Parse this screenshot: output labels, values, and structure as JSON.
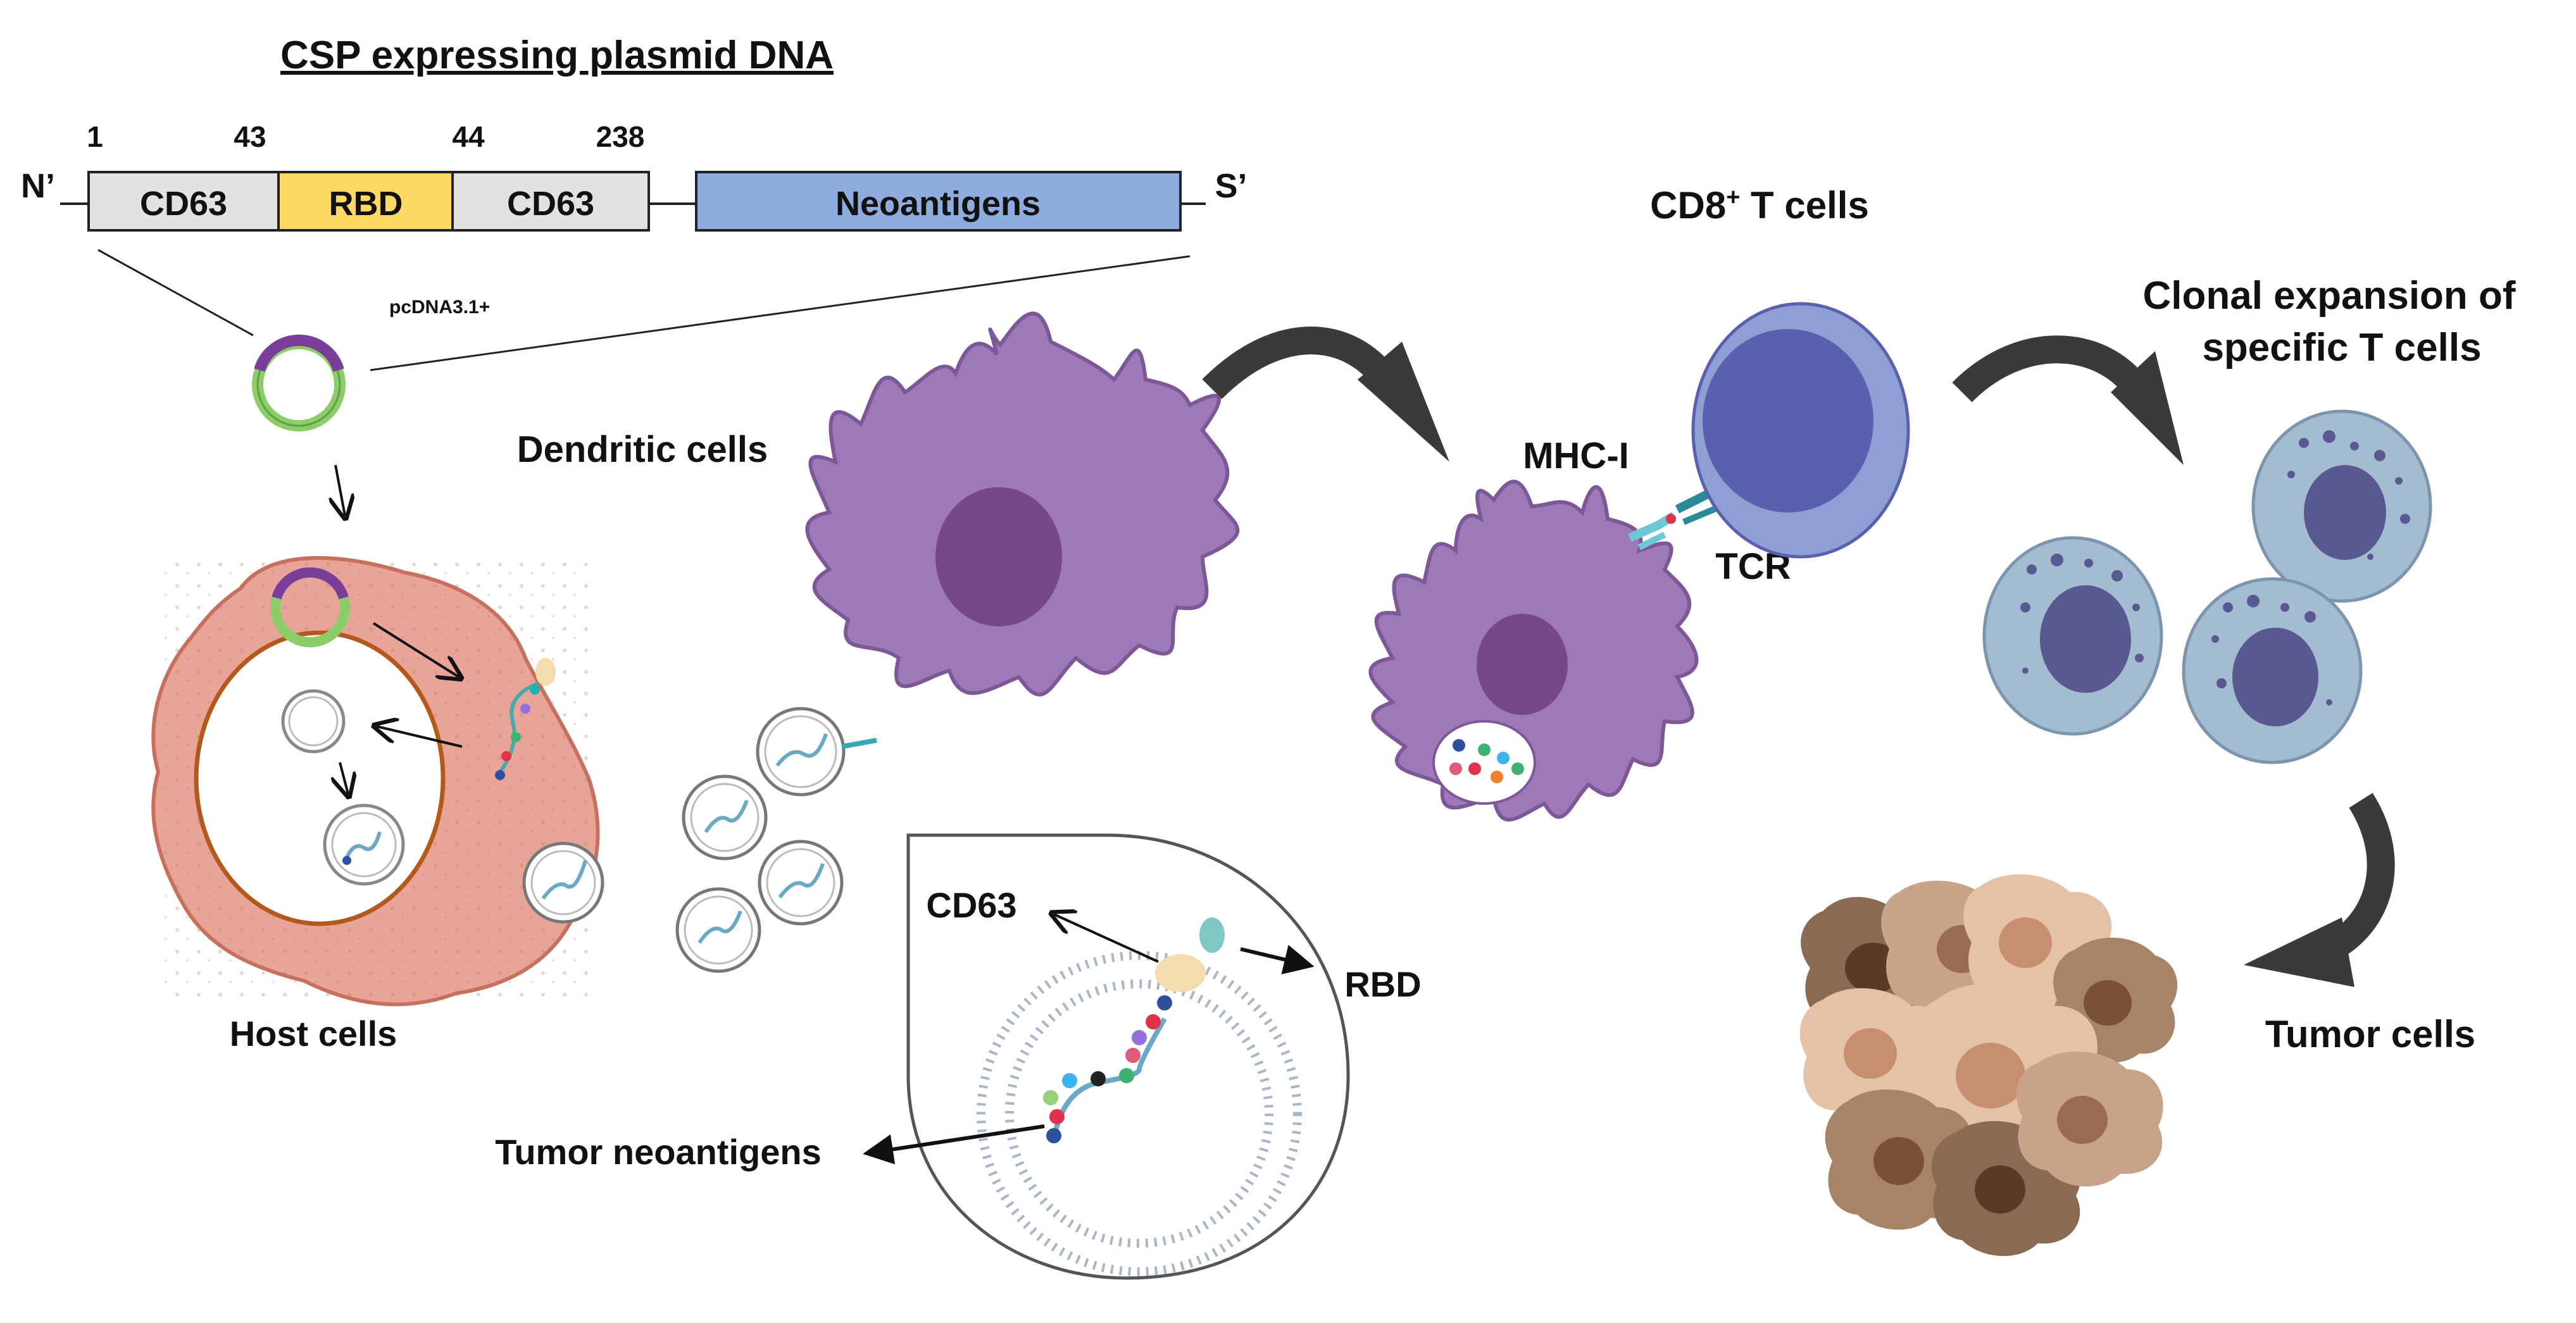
{
  "title": "CSP expressing plasmid DNA",
  "construct": {
    "n_label": "N’",
    "s_label": "S’",
    "positions": [
      "1",
      "43",
      "44",
      "238"
    ],
    "segments": [
      {
        "label": "CD63",
        "color": "#e2e2e2"
      },
      {
        "label": "RBD",
        "color": "#fdd862"
      },
      {
        "label": "CD63",
        "color": "#e2e2e2"
      },
      {
        "label": "Neoantigens",
        "color": "#8facde"
      }
    ]
  },
  "plasmid_label": "pcDNA3.1+",
  "labels": {
    "dendritic_cells": "Dendritic cells",
    "host_cells": "Host cells",
    "cd8_t_cells_base": "CD8",
    "cd8_t_cells_sup": "+",
    "cd8_t_cells_rest": " T cells",
    "mhc_i": "MHC-I",
    "tcr": "TCR",
    "clonal_line1": "Clonal expansion of",
    "clonal_line2": "specific T cells",
    "tumor_cells": "Tumor cells",
    "cd63": "CD63",
    "rbd": "RBD",
    "tumor_neoantigens": "Tumor neoantigens"
  },
  "colors": {
    "dendritic_cell": "#9e79b8",
    "dendritic_nucleus": "#76488a",
    "host_cell": "#e8a597",
    "host_nucleus_border": "#b5581c",
    "t_cell": "#8d9fd3",
    "t_cell_nucleus": "#5a5fae",
    "expanded_t_cell": "#a3bcd0",
    "expanded_nucleus": "#5a5890",
    "arrow": "#3a3a3a",
    "plasmid_purple": "#7a3e9a",
    "plasmid_green": "#8ccd6a",
    "tumor_light": "#d9b59b",
    "tumor_dark": "#8b6a52"
  }
}
